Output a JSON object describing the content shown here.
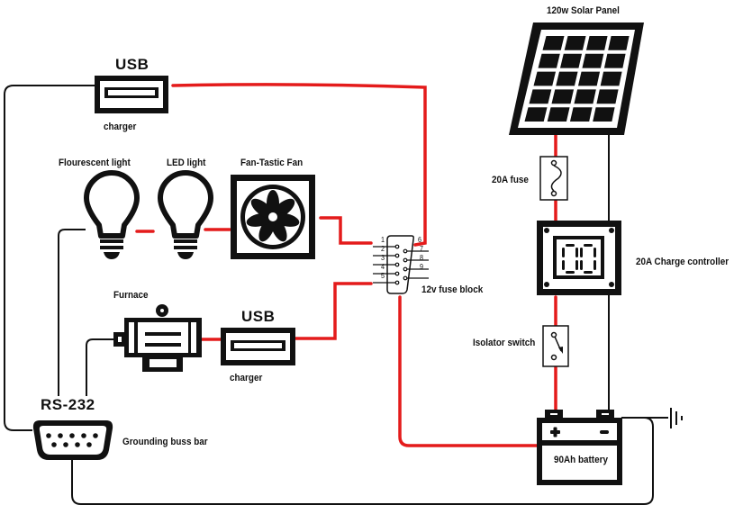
{
  "colors": {
    "positive_wire": "#e41b1b",
    "ground_wire": "#111111",
    "background": "#ffffff"
  },
  "components": {
    "solar_panel": {
      "label": "120w Solar Panel"
    },
    "fuse": {
      "label": "20A fuse"
    },
    "charge_controller": {
      "label": "20A Charge controller"
    },
    "isolator_switch": {
      "label": "Isolator switch"
    },
    "battery": {
      "label": "90Ah battery",
      "pos_symbol": "+",
      "neg_symbol": "−"
    },
    "fuse_block": {
      "label": "12v fuse block",
      "pins": [
        "1",
        "2",
        "3",
        "4",
        "5",
        "6",
        "7",
        "8",
        "9"
      ]
    },
    "usb_top": {
      "title": "USB",
      "label": "charger"
    },
    "usb_bottom": {
      "title": "USB",
      "label": "charger"
    },
    "fluorescent_light": {
      "label": "Flourescent light"
    },
    "led_light": {
      "label": "LED light"
    },
    "fan": {
      "label": "Fan-Tastic Fan"
    },
    "furnace": {
      "label": "Furnace"
    },
    "grounding_bar": {
      "title": "RS-232",
      "label": "Grounding buss bar"
    }
  }
}
